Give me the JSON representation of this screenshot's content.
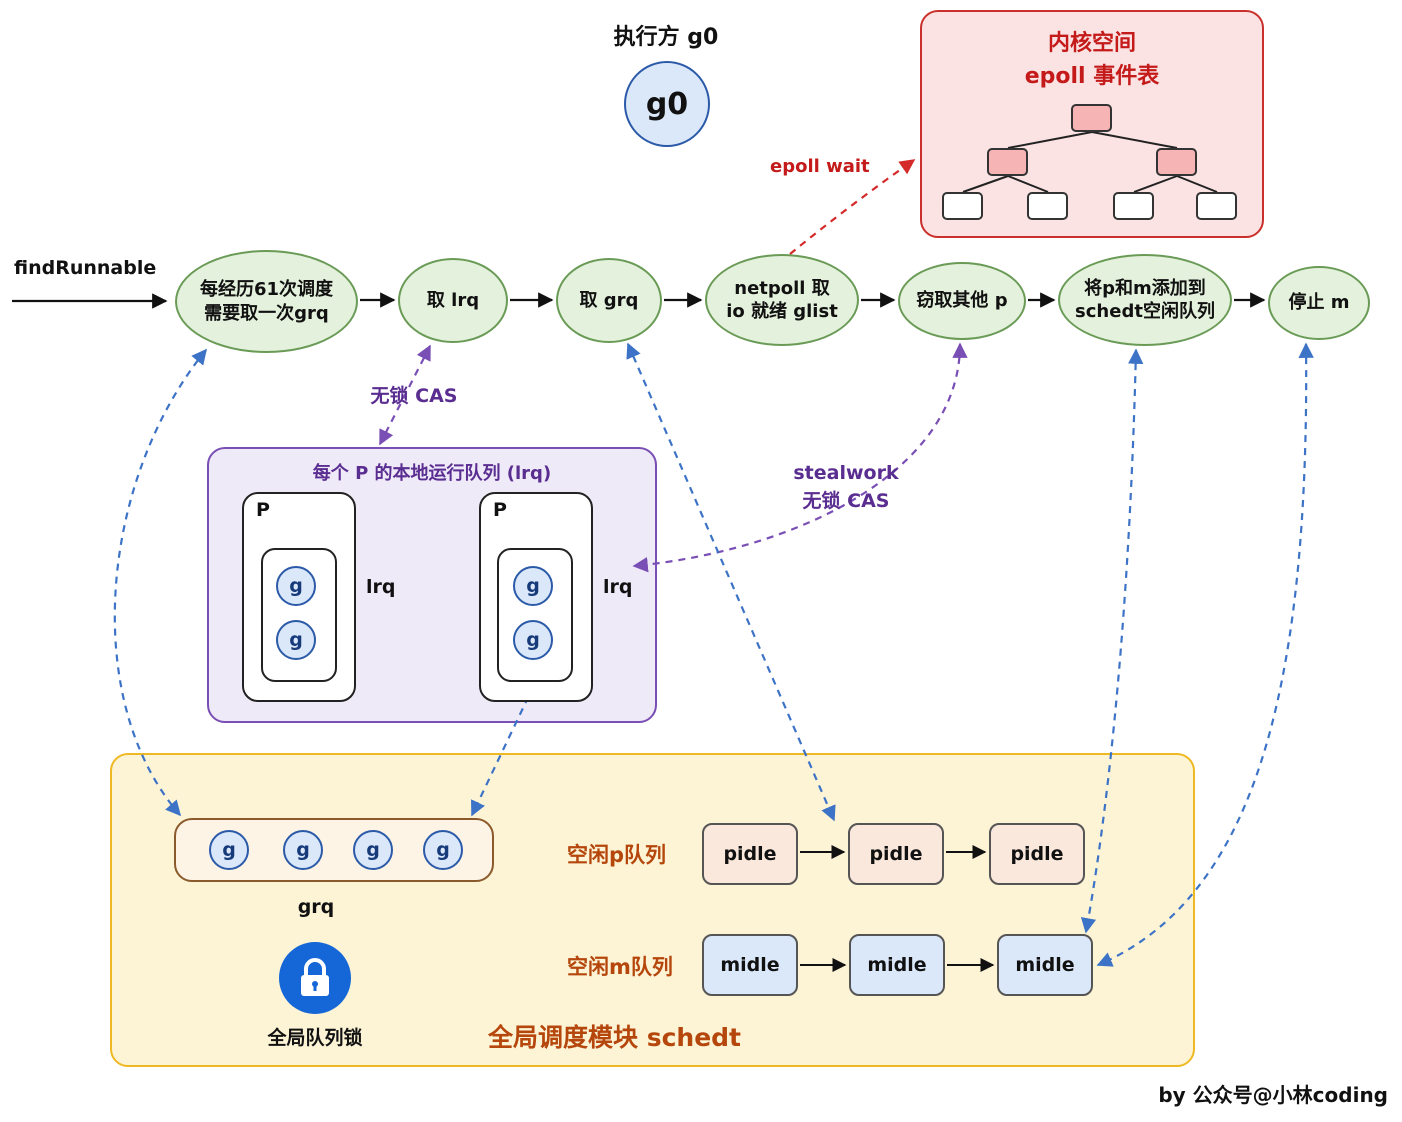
{
  "header": {
    "executor_label": "执行方 g0",
    "executor_node": "g0"
  },
  "entry_label": "findRunnable",
  "flow_steps": [
    "每经历61次调度\n需要取一次grq",
    "取 lrq",
    "取 grq",
    "netpoll 取\nio 就绪 glist",
    "窃取其他 p",
    "将p和m添加到\nschedt空闲队列",
    "停止 m"
  ],
  "kernel": {
    "title": "内核空间\nepoll 事件表",
    "call_label": "epoll wait"
  },
  "lrq_zone": {
    "title": "每个 P 的本地运行队列 (lrq)",
    "processors": [
      {
        "label": "P",
        "queue_label": "lrq",
        "goroutines": [
          "g",
          "g"
        ]
      },
      {
        "label": "P",
        "queue_label": "lrq",
        "goroutines": [
          "g",
          "g"
        ]
      }
    ]
  },
  "edge_labels": {
    "cas": "无锁 CAS",
    "steal": "stealwork\n无锁 CAS"
  },
  "schedt": {
    "title": "全局调度模块 schedt",
    "grq": {
      "goroutines": [
        "g",
        "g",
        "g",
        "g"
      ],
      "label": "grq"
    },
    "lock_label": "全局队列锁",
    "idle_p": {
      "label": "空闲p队列",
      "items": [
        "pidle",
        "pidle",
        "pidle"
      ]
    },
    "idle_m": {
      "label": "空闲m队列",
      "items": [
        "midle",
        "midle",
        "midle"
      ]
    }
  },
  "footer": {
    "credit": "by 公众号@小林coding"
  },
  "colors": {
    "flow_fill": "#e4f1dc",
    "flow_stroke": "#6a9b56",
    "kernel_stroke": "#c9302c",
    "kernel_text": "#c41a1a",
    "lrq_stroke": "#7a4fb5",
    "lrq_text": "#5a2d91",
    "schedt_stroke": "#efb923",
    "schedt_text": "#b5460c",
    "link_blue": "#3d73c6"
  }
}
